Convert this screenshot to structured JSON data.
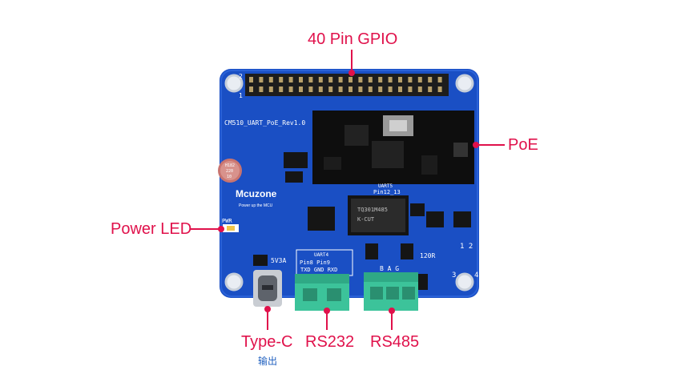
{
  "labels": {
    "gpio": "40 Pin GPIO",
    "poe": "PoE",
    "power_led": "Power LED",
    "typec": "Type-C",
    "typec_sub": "输出",
    "rs232": "RS232",
    "rs485": "RS485"
  },
  "silkscreen": {
    "board_name": "CM510_UART_PoE_Rev1.0",
    "brand": "Mcuzone",
    "brand_tagline": "Power up the MCU",
    "pwr": "PWR",
    "power_rating": "5V3A",
    "uart4": "UART4",
    "uart4_pins": "Pin8     Pin9",
    "uart4_signals": "TXD  GND  RXD",
    "uart5": "UART5",
    "uart5_pins": "Pin12_13",
    "rs485_pins": "B   A   G",
    "term": "120R",
    "header_pin2": "2",
    "header_pin1": "1",
    "sw_12": "1  2",
    "sw_3": "3",
    "sw_4": "4",
    "transformer": "K-CUT",
    "transformer_part": "TQ301M485",
    "cap_text1": "H182",
    "cap_text2": "220",
    "cap_text3": "10"
  },
  "colors": {
    "accent": "#e0114b",
    "board": "#1a4fc4",
    "terminal": "#3cc39a",
    "sub_text": "#1f5fbf"
  }
}
